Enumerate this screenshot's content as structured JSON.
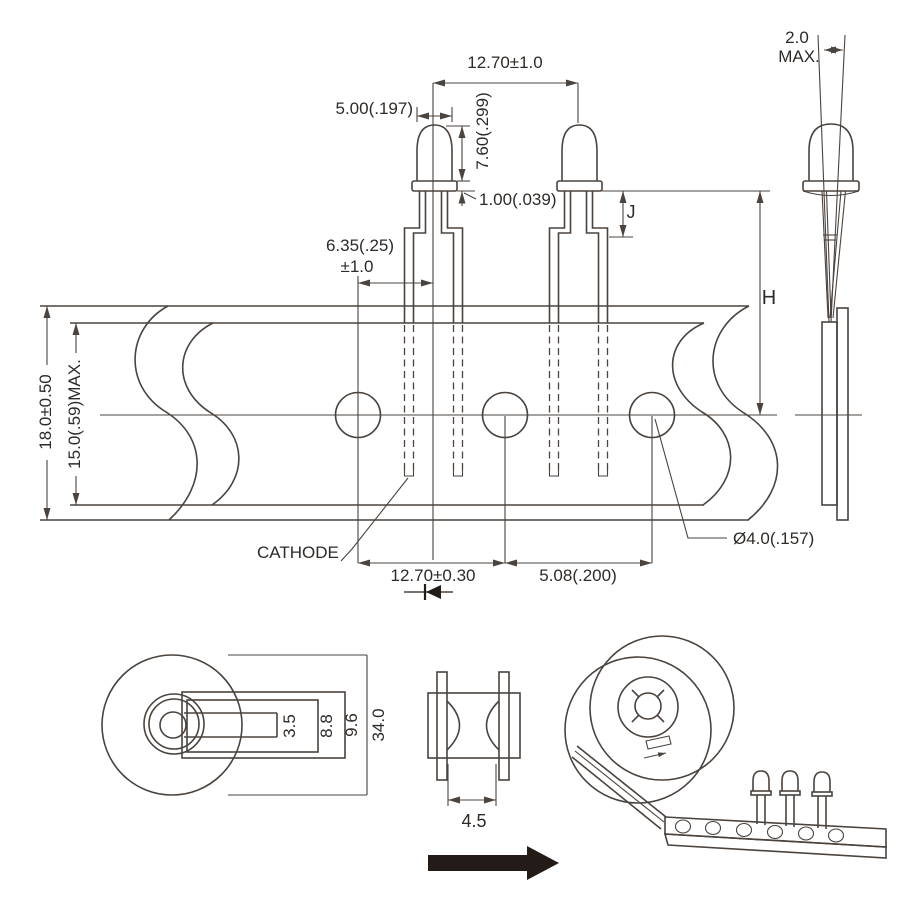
{
  "colors": {
    "line": "#4a433e",
    "text": "#2e2a27",
    "arrow": "#231b17",
    "background": "#ffffff"
  },
  "labels": {
    "led_pitch_top": "12.70±1.0",
    "body_diameter": "5.00(.197)",
    "body_height": "7.60(.299)",
    "flange_thickness": "1.00(.039)",
    "dim_j": "J",
    "dim_h": "H",
    "lead_spread": "2.0",
    "lead_spread_max": "MAX.",
    "hole_to_led": "6.35(.25)",
    "hole_to_led_tol": "±1.0",
    "tape_total_height": "18.0±0.50",
    "tape_body_height": "15.0(.59)MAX.",
    "cathode": "CATHODE",
    "hole_pitch": "12.70±0.30",
    "hole_to_center": "5.08(.200)",
    "hole_diameter": "Ø4.0(.157)",
    "reel_slot_width": "3.5",
    "reel_hub_width": "8.8",
    "reel_inner_width": "9.6",
    "reel_overall": "34.0",
    "pocket_width": "4.5"
  }
}
